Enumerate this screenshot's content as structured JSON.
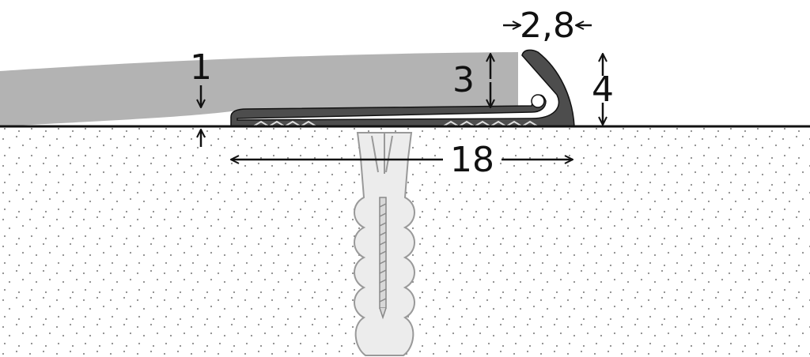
{
  "diagram": {
    "labels": {
      "width_top": "2,8",
      "floor_gap": "1",
      "step_height": "3",
      "total_height": "4",
      "base_width": "18"
    },
    "colors": {
      "floor_covering": "#b3b3b3",
      "profile": "#4d4d4d",
      "dowel": "#ececec",
      "outline": "#111111",
      "speckle": "#8a8a8a",
      "background": "#ffffff"
    }
  }
}
